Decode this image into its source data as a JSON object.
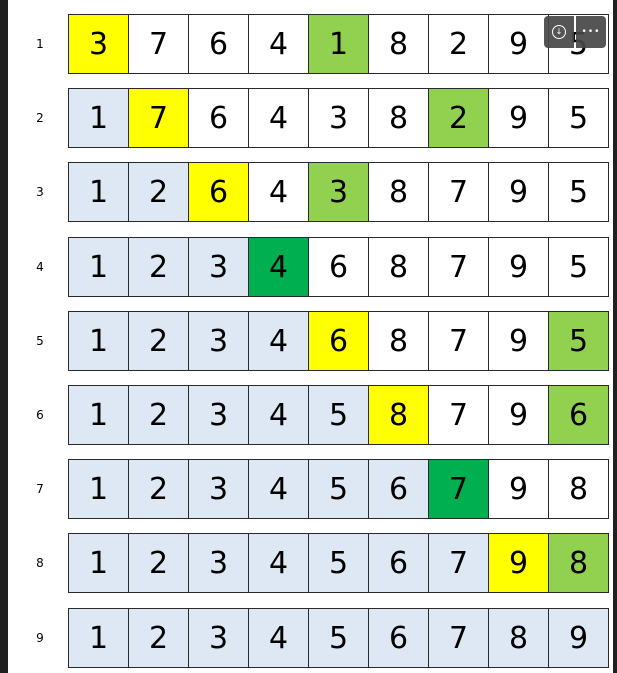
{
  "rows": [
    {
      "label": "1",
      "cells": [
        {
          "v": "3",
          "s": "yellow"
        },
        {
          "v": "7",
          "s": "white"
        },
        {
          "v": "6",
          "s": "white"
        },
        {
          "v": "4",
          "s": "white"
        },
        {
          "v": "1",
          "s": "lgreen"
        },
        {
          "v": "8",
          "s": "white"
        },
        {
          "v": "2",
          "s": "white"
        },
        {
          "v": "9",
          "s": "white"
        },
        {
          "v": "5",
          "s": "white"
        }
      ]
    },
    {
      "label": "2",
      "cells": [
        {
          "v": "1",
          "s": "sorted"
        },
        {
          "v": "7",
          "s": "yellow"
        },
        {
          "v": "6",
          "s": "white"
        },
        {
          "v": "4",
          "s": "white"
        },
        {
          "v": "3",
          "s": "white"
        },
        {
          "v": "8",
          "s": "white"
        },
        {
          "v": "2",
          "s": "lgreen"
        },
        {
          "v": "9",
          "s": "white"
        },
        {
          "v": "5",
          "s": "white"
        }
      ]
    },
    {
      "label": "3",
      "cells": [
        {
          "v": "1",
          "s": "sorted"
        },
        {
          "v": "2",
          "s": "sorted"
        },
        {
          "v": "6",
          "s": "yellow"
        },
        {
          "v": "4",
          "s": "white"
        },
        {
          "v": "3",
          "s": "lgreen"
        },
        {
          "v": "8",
          "s": "white"
        },
        {
          "v": "7",
          "s": "white"
        },
        {
          "v": "9",
          "s": "white"
        },
        {
          "v": "5",
          "s": "white"
        }
      ]
    },
    {
      "label": "4",
      "cells": [
        {
          "v": "1",
          "s": "sorted"
        },
        {
          "v": "2",
          "s": "sorted"
        },
        {
          "v": "3",
          "s": "sorted"
        },
        {
          "v": "4",
          "s": "dgreen"
        },
        {
          "v": "6",
          "s": "white"
        },
        {
          "v": "8",
          "s": "white"
        },
        {
          "v": "7",
          "s": "white"
        },
        {
          "v": "9",
          "s": "white"
        },
        {
          "v": "5",
          "s": "white"
        }
      ]
    },
    {
      "label": "5",
      "cells": [
        {
          "v": "1",
          "s": "sorted"
        },
        {
          "v": "2",
          "s": "sorted"
        },
        {
          "v": "3",
          "s": "sorted"
        },
        {
          "v": "4",
          "s": "sorted"
        },
        {
          "v": "6",
          "s": "yellow"
        },
        {
          "v": "8",
          "s": "white"
        },
        {
          "v": "7",
          "s": "white"
        },
        {
          "v": "9",
          "s": "white"
        },
        {
          "v": "5",
          "s": "lgreen"
        }
      ]
    },
    {
      "label": "6",
      "cells": [
        {
          "v": "1",
          "s": "sorted"
        },
        {
          "v": "2",
          "s": "sorted"
        },
        {
          "v": "3",
          "s": "sorted"
        },
        {
          "v": "4",
          "s": "sorted"
        },
        {
          "v": "5",
          "s": "sorted"
        },
        {
          "v": "8",
          "s": "yellow"
        },
        {
          "v": "7",
          "s": "white"
        },
        {
          "v": "9",
          "s": "white"
        },
        {
          "v": "6",
          "s": "lgreen"
        }
      ]
    },
    {
      "label": "7",
      "cells": [
        {
          "v": "1",
          "s": "sorted"
        },
        {
          "v": "2",
          "s": "sorted"
        },
        {
          "v": "3",
          "s": "sorted"
        },
        {
          "v": "4",
          "s": "sorted"
        },
        {
          "v": "5",
          "s": "sorted"
        },
        {
          "v": "6",
          "s": "sorted"
        },
        {
          "v": "7",
          "s": "dgreen"
        },
        {
          "v": "9",
          "s": "white"
        },
        {
          "v": "8",
          "s": "white"
        }
      ]
    },
    {
      "label": "8",
      "cells": [
        {
          "v": "1",
          "s": "sorted"
        },
        {
          "v": "2",
          "s": "sorted"
        },
        {
          "v": "3",
          "s": "sorted"
        },
        {
          "v": "4",
          "s": "sorted"
        },
        {
          "v": "5",
          "s": "sorted"
        },
        {
          "v": "6",
          "s": "sorted"
        },
        {
          "v": "7",
          "s": "sorted"
        },
        {
          "v": "9",
          "s": "yellow"
        },
        {
          "v": "8",
          "s": "lgreen"
        }
      ]
    },
    {
      "label": "9",
      "cells": [
        {
          "v": "1",
          "s": "sorted"
        },
        {
          "v": "2",
          "s": "sorted"
        },
        {
          "v": "3",
          "s": "sorted"
        },
        {
          "v": "4",
          "s": "sorted"
        },
        {
          "v": "5",
          "s": "sorted"
        },
        {
          "v": "6",
          "s": "sorted"
        },
        {
          "v": "7",
          "s": "sorted"
        },
        {
          "v": "8",
          "s": "sorted"
        },
        {
          "v": "9",
          "s": "sorted"
        }
      ]
    }
  ],
  "colors": {
    "white": "#ffffff",
    "sorted": "#dde8f4",
    "yellow": "#ffff00",
    "lgreen": "#92d050",
    "dgreen": "#00b050"
  },
  "overlay": {
    "download_icon": "download-circle-icon",
    "more_icon": "more-options-icon",
    "download_glyph": "↓",
    "more_glyph": "•••"
  }
}
